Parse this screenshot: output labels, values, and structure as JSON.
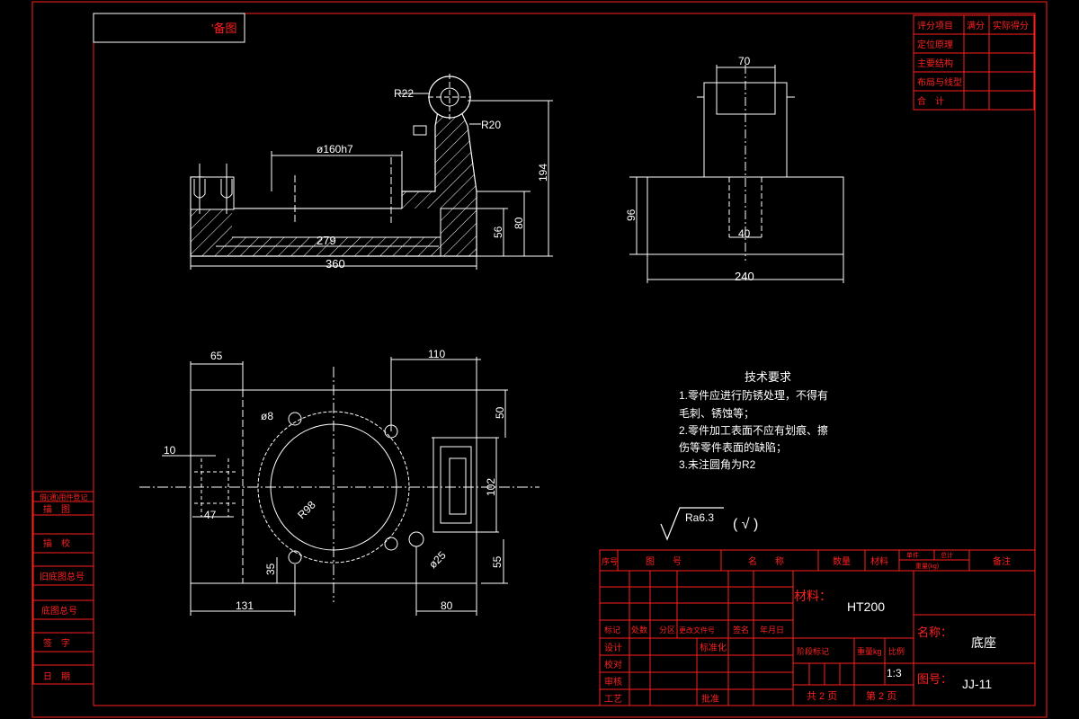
{
  "corner_tag": "'备图",
  "score_table": {
    "headers": [
      "评分项目",
      "满分",
      "实际得分"
    ],
    "rows": [
      "定位原理",
      "主要结构",
      "布局与线型",
      "合　计"
    ]
  },
  "left_strip": [
    "借(通)用件登记",
    "描　图",
    "描　校",
    "旧底图总号",
    "底图总号",
    "签　字",
    "日　期"
  ],
  "dims": {
    "r22": "R22",
    "r20": "R20",
    "d160": "ø160h7",
    "l194": "194",
    "l80": "80",
    "l56": "56",
    "l279": "279",
    "l360": "360",
    "l70": "70",
    "l96": "96",
    "l40": "40",
    "l240": "240",
    "l65": "65",
    "l110": "110",
    "d8": "ø8",
    "l50": "50",
    "l10": "10",
    "l102": "102",
    "l47": "47",
    "r98": "R98",
    "l35": "35",
    "d25": "ø25",
    "l55": "55",
    "l131": "131",
    "l80b": "80"
  },
  "tech": {
    "title": "技术要求",
    "lines": [
      "1.零件应进行防锈处理，不得有",
      "毛刺、锈蚀等；",
      "2.零件加工表面不应有划痕、擦",
      "伤等零件表面的缺陷；",
      "3.未注圆角为R2"
    ]
  },
  "roughness": {
    "value": "Ra6.3",
    "paren": "( √ )"
  },
  "title_block": {
    "parts_header": [
      "序号",
      "图　　号",
      "名　　称",
      "数量",
      "材料",
      "单件",
      "总计",
      "重量(kg)",
      "备注"
    ],
    "row_labels": [
      "标记",
      "处数",
      "分区",
      "更改文件号",
      "签名",
      "年月日"
    ],
    "left_labels": [
      "设计",
      "校对",
      "审核",
      "工艺"
    ],
    "std_label": "标准化",
    "approve_label": "批准",
    "material_label": "材料：",
    "material_value": "HT200",
    "stage_labels": [
      "阶段标记",
      "重量kg",
      "比例"
    ],
    "scale": "1:3",
    "total_pages": "共 2 页",
    "page_no": "第 2 页",
    "name_label": "名称：",
    "name_value": "底座",
    "drawing_no_label": "图号：",
    "drawing_no_value": "JJ-11"
  }
}
